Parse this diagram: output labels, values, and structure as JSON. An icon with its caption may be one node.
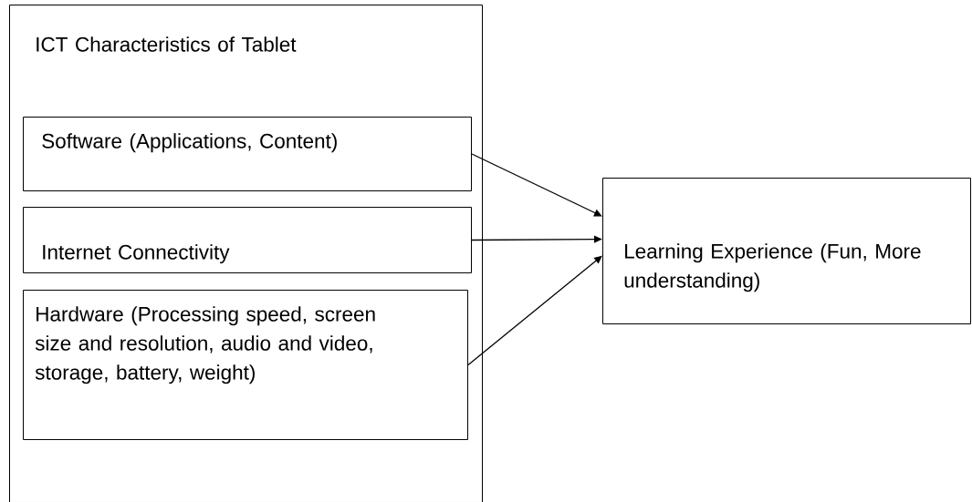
{
  "diagram": {
    "nodes": [
      {
        "text": [
          "ICT Characteristics of Tablet"
        ]
      },
      {
        "text": [
          "Software (Applications, Content)"
        ],
        "in": 0
      },
      {
        "text": [
          "Internet Connectivity"
        ],
        "in": 0
      },
      {
        "text": [
          "Hardware (Processing speed, screen size and resolution, audio and video, storage, battery, weight)"
        ],
        "in": 0
      },
      {
        "text": [
          "Learning Experience (Fun, More understanding)"
        ]
      }
    ],
    "edges": [
      {
        "from": 1,
        "to": 4,
        "arrow": "to"
      },
      {
        "from": 2,
        "to": 4,
        "arrow": "to"
      },
      {
        "from": 3,
        "to": 4,
        "arrow": "to"
      }
    ]
  }
}
